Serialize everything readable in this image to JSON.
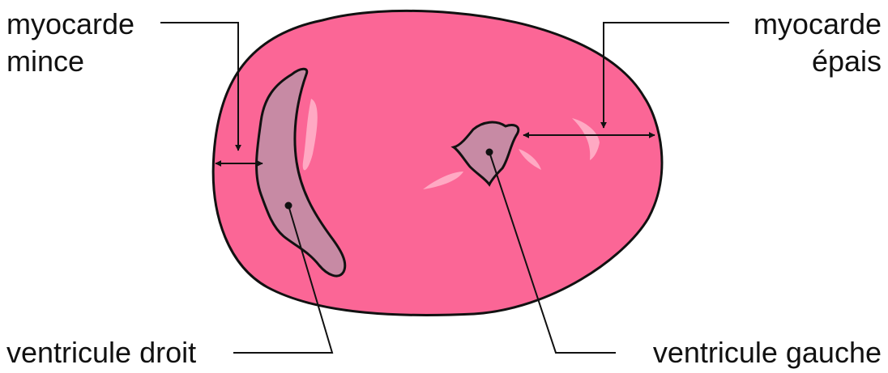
{
  "labels": {
    "top_left_line1": "myocarde",
    "top_left_line2": "mince",
    "top_right_line1": "myocarde",
    "top_right_line2": "épais",
    "bottom_left": "ventricule droit",
    "bottom_right": "ventricule gauche"
  },
  "colors": {
    "myocardium": "#fb6696",
    "ventricle_cavity": "#c78aa4",
    "highlight": "#ffa9c3",
    "outline": "#111111"
  }
}
